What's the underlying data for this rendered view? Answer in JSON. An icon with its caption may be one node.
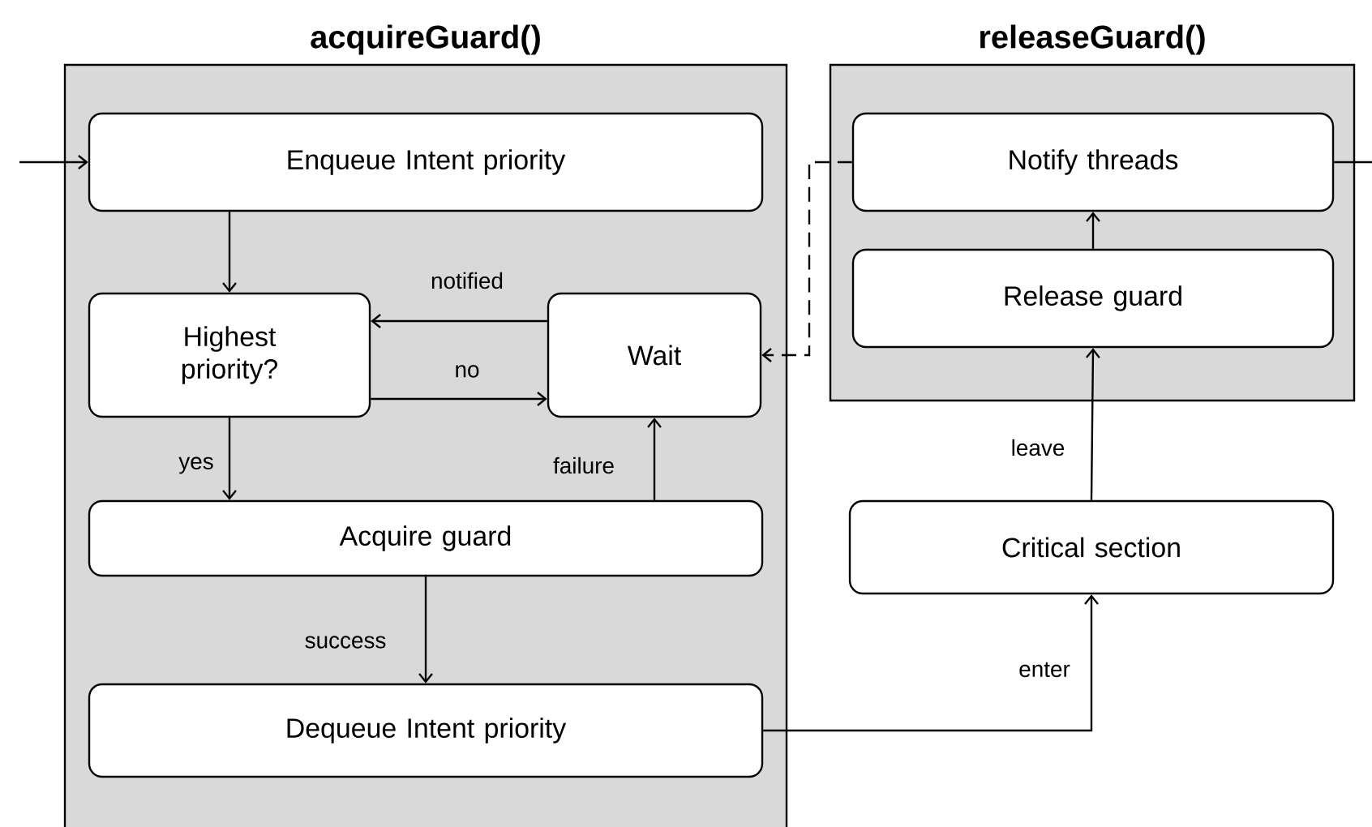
{
  "diagram": {
    "nodes": [
      {
        "text": [
          "acquireGuard()"
        ]
      },
      {
        "text": [
          "releaseGuard()"
        ]
      },
      {
        "text": [
          "Enqueue Intent priority"
        ],
        "in": 0
      },
      {
        "text": [
          "Highest priority?"
        ],
        "in": 0
      },
      {
        "text": [
          "Wait"
        ],
        "in": 0
      },
      {
        "text": [
          "Acquire guard"
        ],
        "in": 0
      },
      {
        "text": [
          "Dequeue Intent priority"
        ],
        "in": 0
      },
      {
        "text": [
          "Notify threads"
        ],
        "in": 1
      },
      {
        "text": [
          "Release guard"
        ],
        "in": 1
      },
      {
        "text": [
          "Critical section"
        ]
      }
    ],
    "edges": [
      {
        "from": null,
        "to": 2,
        "arrow": "to"
      },
      {
        "from": 2,
        "to": 3,
        "arrow": "to"
      },
      {
        "from": 4,
        "to": 3,
        "arrow": "to",
        "label": "notified"
      },
      {
        "from": 3,
        "to": 4,
        "arrow": "to",
        "label": "no"
      },
      {
        "from": 3,
        "to": 5,
        "arrow": "to",
        "label": "yes"
      },
      {
        "from": 5,
        "to": 4,
        "arrow": "to",
        "label": "failure"
      },
      {
        "from": 5,
        "to": 6,
        "arrow": "to",
        "label": "success"
      },
      {
        "from": 6,
        "to": 9,
        "arrow": "to",
        "label": "enter"
      },
      {
        "from": 9,
        "to": 8,
        "arrow": "to",
        "label": "leave"
      },
      {
        "from": 8,
        "to": 7,
        "arrow": "to"
      },
      {
        "from": 7,
        "to": 4,
        "arrow": "to",
        "style": "dashed"
      },
      {
        "from": 7,
        "to": null,
        "arrow": "none"
      }
    ]
  }
}
